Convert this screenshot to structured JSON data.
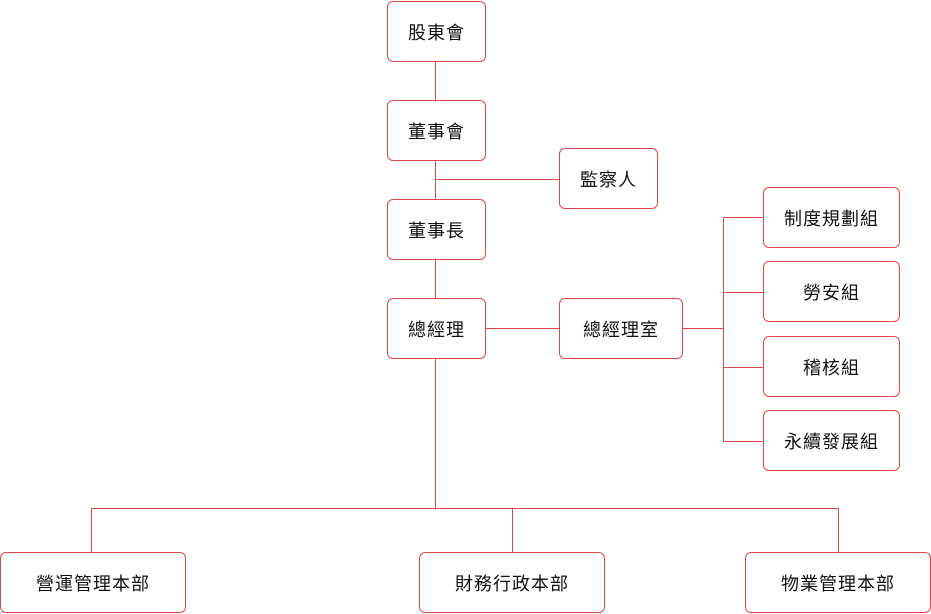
{
  "org_chart": {
    "nodes": {
      "shareholders": "股東會",
      "board": "董事會",
      "supervisor": "監察人",
      "chairman": "董事長",
      "general_manager": "總經理",
      "gm_office": "總經理室",
      "planning": "制度規劃組",
      "labor_safety": "勞安組",
      "audit": "稽核組",
      "sustainability": "永續發展組",
      "operations": "營運管理本部",
      "finance_admin": "財務行政本部",
      "property": "物業管理本部"
    }
  },
  "colors": {
    "accent": "#e0474c"
  }
}
